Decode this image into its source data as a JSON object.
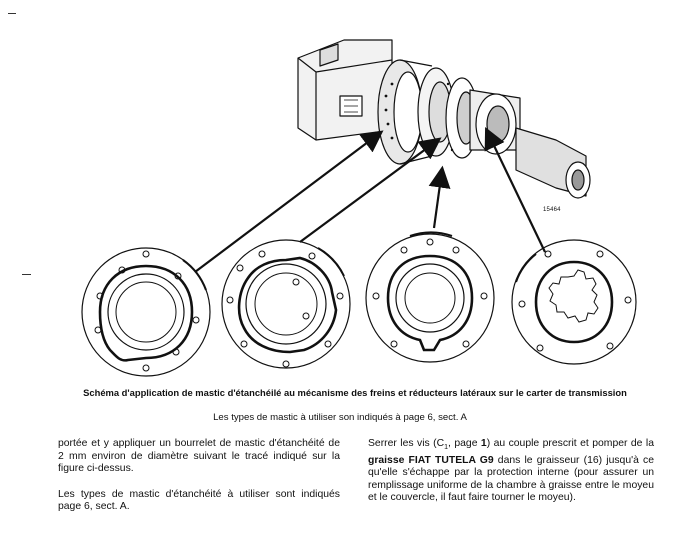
{
  "figure": {
    "number": "15464"
  },
  "caption": {
    "title": "Schéma d'application de mastic d'étanchéilé au mécanisme des freins et réducteurs latéraux sur le carter de transmission",
    "subtitle": "Les types de mastic à utiliser son indiqués à page 6, sect. A"
  },
  "text": {
    "left_p1": "portée et y appliquer un bourrelet de mastic d'étanchéité de 2 mm environ de diamètre suivant le tracé indiqué sur la figure ci-dessus.",
    "left_p2": "Les types de mastic d'étanchéité à utiliser sont indiqués page 6, sect. A.",
    "right_p1_a": "Serrer les vis (C",
    "right_p1_sub": "1",
    "right_p1_b": ", page ",
    "right_p1_page": "1",
    "right_p1_c": ") au couple prescrit et pomper de la ",
    "right_p1_bold": "graisse FIAT TUTELA G9",
    "right_p1_d": " dans le graisseur (16) jusqu'à ce qu'elle s'échappe par la protection interne (pour assurer un remplissage uniforme de la chambre à graisse entre le moyeu et le couvercle, il faut faire tourner le moyeu)."
  }
}
